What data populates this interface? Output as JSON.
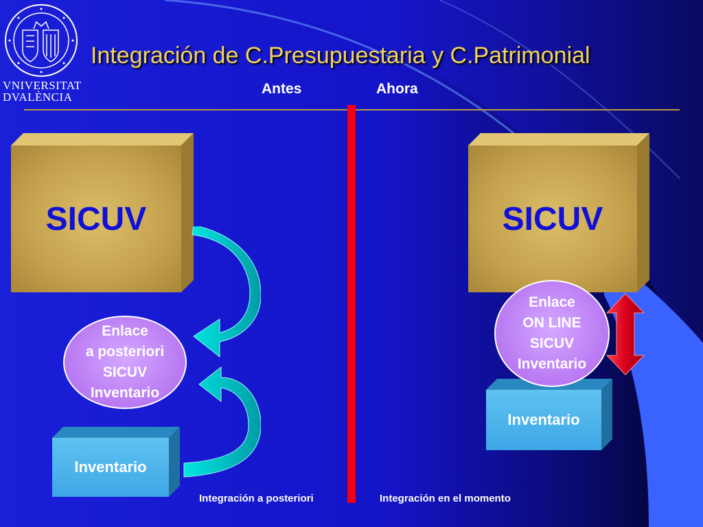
{
  "slide": {
    "title": "Integración de C.Presupuestaria y C.Patrimonial",
    "columns": {
      "before": "Antes",
      "after": "Ahora"
    },
    "logo": {
      "line1": "VNIVERSITAT",
      "line2": "DVALÈNCIA"
    },
    "left": {
      "system": "SICUV",
      "link": [
        "Enlace",
        "a posteriori",
        "SICUV",
        "Inventario"
      ],
      "inventory": "Inventario",
      "caption": "Integración a posteriori"
    },
    "right": {
      "system": "SICUV",
      "link": [
        "Enlace",
        "ON LINE",
        "SICUV",
        "Inventario"
      ],
      "inventory": "Inventario",
      "caption": "Integración en el momento"
    }
  },
  "colors": {
    "background": "#1414c8",
    "title": "#f2d35b",
    "divider": "#f30012",
    "box": "#c4a14e",
    "oval": "#b878f2",
    "inventory_box": "#3ea6e6",
    "arrows_left": "#00d4d0",
    "arrow_right": "#e0001c"
  },
  "icons": [
    "university-seal-icon",
    "curved-arrow-icon",
    "double-arrow-icon"
  ]
}
